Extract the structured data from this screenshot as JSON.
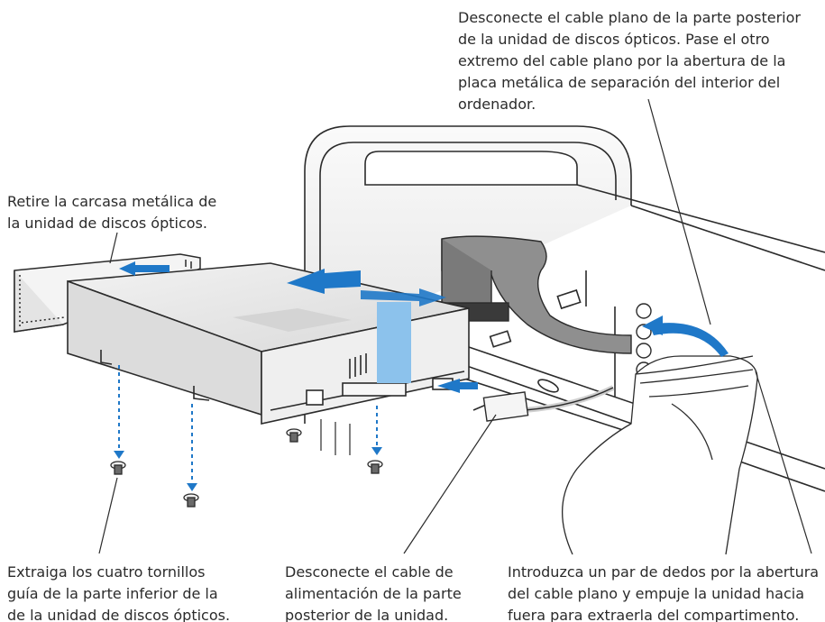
{
  "callouts": {
    "top_right": {
      "lines": [
        "Desconecte el cable plano de la parte posterior",
        "de la unidad de discos ópticos. Pase el otro",
        "extremo del cable plano por la abertura de la",
        "placa metálica de separación del interior del",
        "ordenador."
      ]
    },
    "top_left": {
      "lines": [
        "Retire la carcasa metálica de",
        "la unidad de discos ópticos."
      ]
    },
    "bottom_left": {
      "lines": [
        "Extraiga los cuatro tornillos",
        "guía de la parte inferior de la",
        "de la unidad de discos ópticos."
      ]
    },
    "bottom_middle": {
      "lines": [
        "Desconecte el cable de",
        "alimentación de la parte",
        "posterior de la unidad."
      ]
    },
    "bottom_right": {
      "lines": [
        "Introduzca un par de dedos por la abertura",
        "del cable plano y empuje la unidad hacia",
        "fuera para extraerla del compartimento."
      ]
    }
  },
  "colors": {
    "arrow": "#1f78c8",
    "arrow_light": "#8cc2ec",
    "line_art": "#2b2b2b",
    "drive_fill": "#e9e9e9",
    "cable": "#8f8f8f"
  }
}
